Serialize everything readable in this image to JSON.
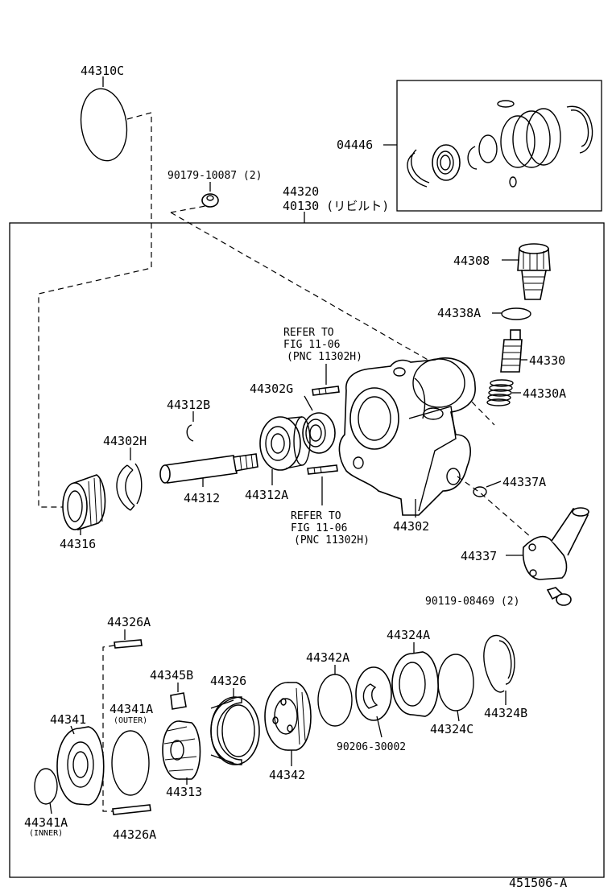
{
  "labels": {
    "p44310C": "44310C",
    "p90179": "90179-10087 (2)",
    "p44320": "44320",
    "p40130": "40130 (リビルト)",
    "p04446": "04446",
    "p44308": "44308",
    "p44338A": "44338A",
    "p44330": "44330",
    "p44330A": "44330A",
    "p44337A": "44337A",
    "p44337": "44337",
    "p90119": "90119-08469 (2)",
    "refer_top_1": "REFER TO",
    "refer_top_2": "FIG 11-06",
    "refer_top_3": "(PNC 11302H)",
    "refer_bot_1": "REFER TO",
    "refer_bot_2": "FIG 11-06",
    "refer_bot_3": "(PNC 11302H)",
    "p44302G": "44302G",
    "p44312B": "44312B",
    "p44302H": "44302H",
    "p44312": "44312",
    "p44312A": "44312A",
    "p44302": "44302",
    "p44316": "44316",
    "p44326A_top": "44326A",
    "p44324A": "44324A",
    "p44342A": "44342A",
    "p44345B": "44345B",
    "p44326": "44326",
    "p44341A_outer": "44341A",
    "outer": "(OUTER)",
    "p44341": "44341",
    "p90206": "90206-30002",
    "p44324C": "44324C",
    "p44324B": "44324B",
    "p44342": "44342",
    "p44313": "44313",
    "p44341A_inner": "44341A",
    "inner": "(INNER)",
    "p44326A_bot": "44326A",
    "figure_id": "451506-A"
  }
}
